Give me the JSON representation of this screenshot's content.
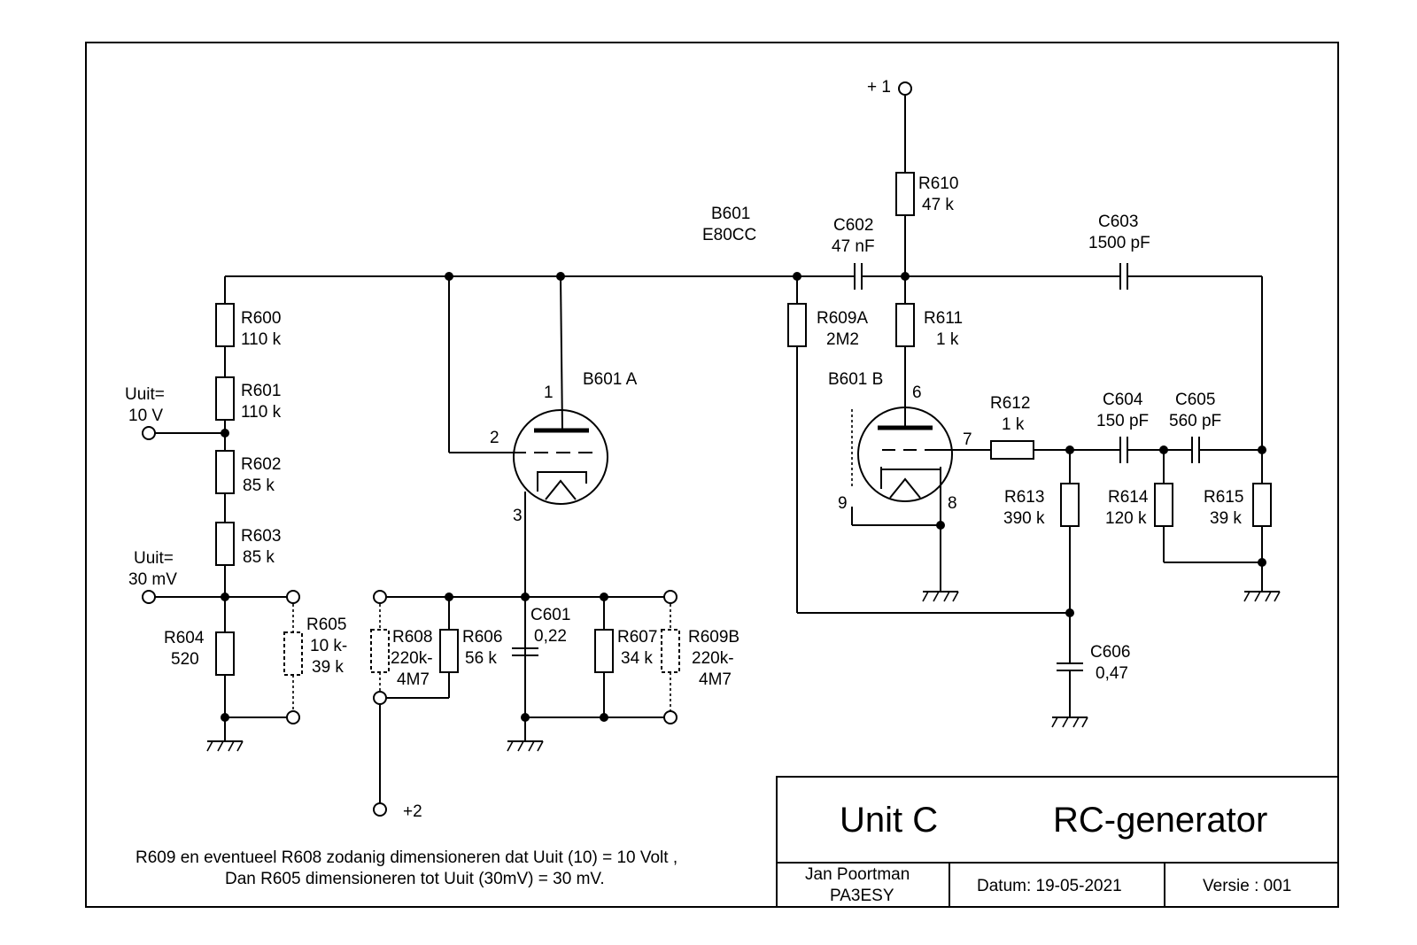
{
  "components": {
    "r600": {
      "ref": "R600",
      "val": "110 k"
    },
    "r601": {
      "ref": "R601",
      "val": "110 k"
    },
    "r602": {
      "ref": "R602",
      "val": "85 k"
    },
    "r603": {
      "ref": "R603",
      "val": "85 k"
    },
    "r604": {
      "ref": "R604",
      "val": "520"
    },
    "r605": {
      "ref": "R605",
      "val1": "10 k-",
      "val2": "39 k"
    },
    "r606": {
      "ref": "R606",
      "val": "56 k"
    },
    "r607": {
      "ref": "R607",
      "val": "34 k"
    },
    "r608": {
      "ref": "R608",
      "val1": "220k-",
      "val2": "4M7"
    },
    "r609a": {
      "ref": "R609A",
      "val": "2M2"
    },
    "r609b": {
      "ref": "R609B",
      "val1": "220k-",
      "val2": "4M7"
    },
    "r610": {
      "ref": "R610",
      "val": "47 k"
    },
    "r611": {
      "ref": "R611",
      "val": "1 k"
    },
    "r612": {
      "ref": "R612",
      "val": "1 k"
    },
    "r613": {
      "ref": "R613",
      "val": "390 k"
    },
    "r614": {
      "ref": "R614",
      "val": "120 k"
    },
    "r615": {
      "ref": "R615",
      "val": "39 k"
    },
    "c601": {
      "ref": "C601",
      "val": "0,22"
    },
    "c602": {
      "ref": "C602",
      "val": "47 nF"
    },
    "c603": {
      "ref": "C603",
      "val": "1500 pF"
    },
    "c604": {
      "ref": "C604",
      "val": "150 pF"
    },
    "c605": {
      "ref": "C605",
      "val": "560 pF"
    },
    "c606": {
      "ref": "C606",
      "val": "0,47"
    },
    "b601": {
      "ref": "B601",
      "val": "E80CC"
    },
    "b601a": {
      "ref": "B601 A"
    },
    "b601b": {
      "ref": "B601 B"
    }
  },
  "pins": {
    "a1": "1",
    "a2": "2",
    "a3": "3",
    "b6": "6",
    "b7": "7",
    "b8": "8",
    "b9": "9"
  },
  "terminals": {
    "plus1": "+ 1",
    "plus2": "+2",
    "uuit10_1": "Uuit=",
    "uuit10_2": "10 V",
    "uuit30_1": "Uuit=",
    "uuit30_2": "30 mV"
  },
  "note": {
    "line1": "R609 en eventueel R608 zodanig dimensioneren dat Uuit (10) = 10 Volt ,",
    "line2": "Dan R605 dimensioneren tot Uuit (30mV) = 30 mV."
  },
  "titleblock": {
    "unit": "Unit C",
    "title": "RC-generator",
    "author": "Jan Poortman",
    "callsign": "PA3ESY",
    "date": "Datum: 19-05-2021",
    "version": "Versie : 001"
  }
}
